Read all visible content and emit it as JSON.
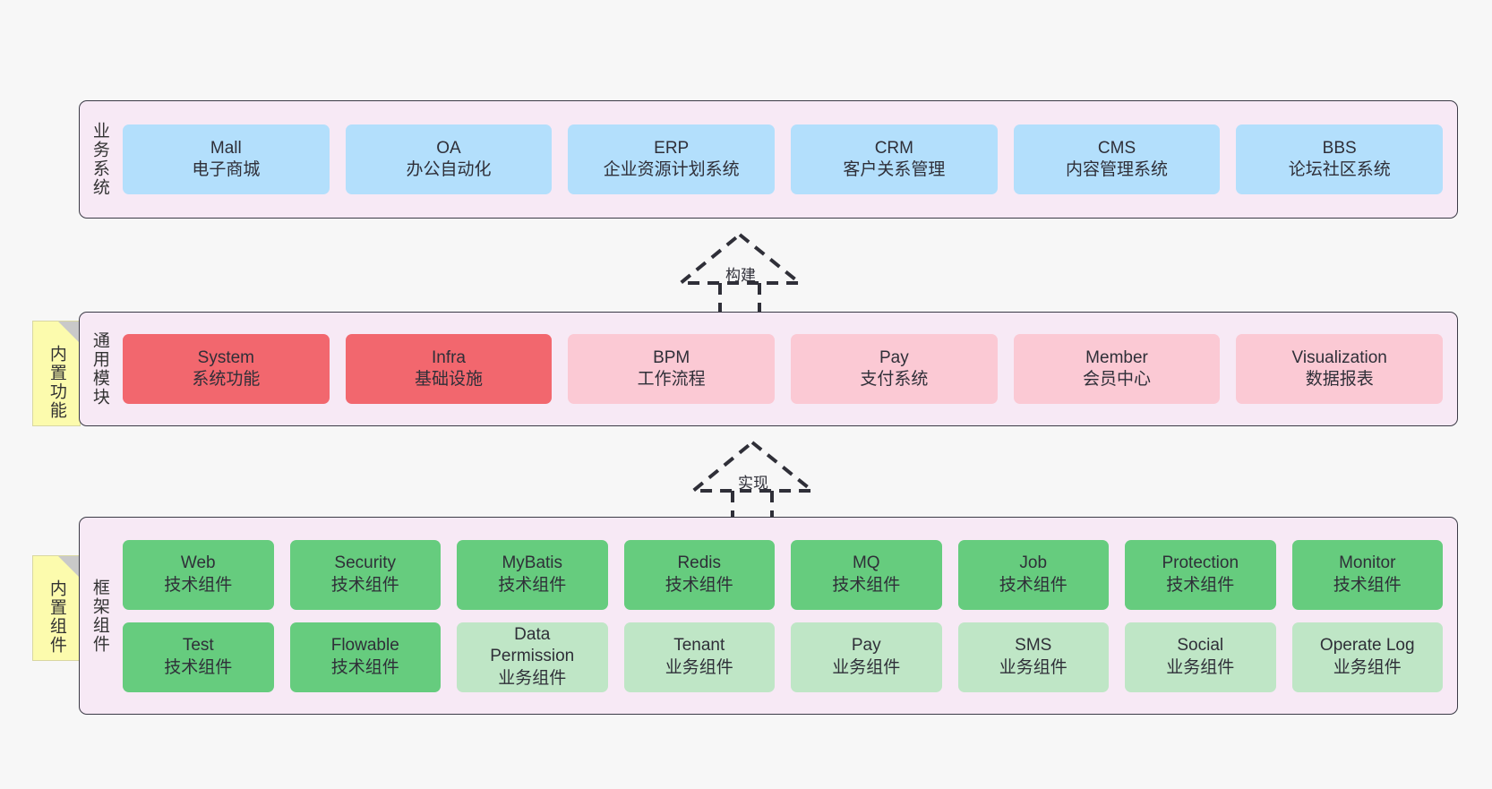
{
  "diagram": {
    "background": "#f7f7f7",
    "layers": [
      {
        "id": "business-systems",
        "title": "业务系统",
        "container_color": "#f7e9f5",
        "rows": [
          {
            "boxes": [
              {
                "name": "Mall",
                "sub": "电子商城",
                "color": "#b3dffc"
              },
              {
                "name": "OA",
                "sub": "办公自动化",
                "color": "#b3dffc"
              },
              {
                "name": "ERP",
                "sub": "企业资源计划系统",
                "color": "#b3dffc"
              },
              {
                "name": "CRM",
                "sub": "客户关系管理",
                "color": "#b3dffc"
              },
              {
                "name": "CMS",
                "sub": "内容管理系统",
                "color": "#b3dffc"
              },
              {
                "name": "BBS",
                "sub": "论坛社区系统",
                "color": "#b3dffc"
              }
            ]
          }
        ]
      },
      {
        "id": "general-modules",
        "title": "通用模块",
        "note": "内置功能",
        "note_color": "#fcfbad",
        "container_color": "#f7e9f5",
        "rows": [
          {
            "boxes": [
              {
                "name": "System",
                "sub": "系统功能",
                "color": "#f2676e"
              },
              {
                "name": "Infra",
                "sub": "基础设施",
                "color": "#f2676e"
              },
              {
                "name": "BPM",
                "sub": "工作流程",
                "color": "#fbc9d4"
              },
              {
                "name": "Pay",
                "sub": "支付系统",
                "color": "#fbc9d4"
              },
              {
                "name": "Member",
                "sub": "会员中心",
                "color": "#fbc9d4"
              },
              {
                "name": "Visualization",
                "sub": "数据报表",
                "color": "#fbc9d4"
              }
            ]
          }
        ]
      },
      {
        "id": "framework-components",
        "title": "框架组件",
        "note": "内置组件",
        "note_color": "#fcfbad",
        "container_color": "#f7e9f5",
        "rows": [
          {
            "boxes": [
              {
                "name": "Web",
                "sub": "技术组件",
                "color": "#66cc7e"
              },
              {
                "name": "Security",
                "sub": "技术组件",
                "color": "#66cc7e"
              },
              {
                "name": "MyBatis",
                "sub": "技术组件",
                "color": "#66cc7e"
              },
              {
                "name": "Redis",
                "sub": "技术组件",
                "color": "#66cc7e"
              },
              {
                "name": "MQ",
                "sub": "技术组件",
                "color": "#66cc7e"
              },
              {
                "name": "Job",
                "sub": "技术组件",
                "color": "#66cc7e"
              },
              {
                "name": "Protection",
                "sub": "技术组件",
                "color": "#66cc7e"
              },
              {
                "name": "Monitor",
                "sub": "技术组件",
                "color": "#66cc7e"
              }
            ]
          },
          {
            "boxes": [
              {
                "name": "Test",
                "sub": "技术组件",
                "color": "#66cc7e"
              },
              {
                "name": "Flowable",
                "sub": "技术组件",
                "color": "#66cc7e"
              },
              {
                "name": "Data Permission",
                "sub": "业务组件",
                "color": "#bfe6c6"
              },
              {
                "name": "Tenant",
                "sub": "业务组件",
                "color": "#bfe6c6"
              },
              {
                "name": "Pay",
                "sub": "业务组件",
                "color": "#bfe6c6"
              },
              {
                "name": "SMS",
                "sub": "业务组件",
                "color": "#bfe6c6"
              },
              {
                "name": "Social",
                "sub": "业务组件",
                "color": "#bfe6c6"
              },
              {
                "name": "Operate Log",
                "sub": "业务组件",
                "color": "#bfe6c6"
              }
            ]
          }
        ]
      }
    ],
    "connectors": [
      {
        "id": "build",
        "label": "构建",
        "from": "general-modules",
        "to": "business-systems"
      },
      {
        "id": "implement",
        "label": "实现",
        "from": "framework-components",
        "to": "general-modules"
      }
    ]
  }
}
